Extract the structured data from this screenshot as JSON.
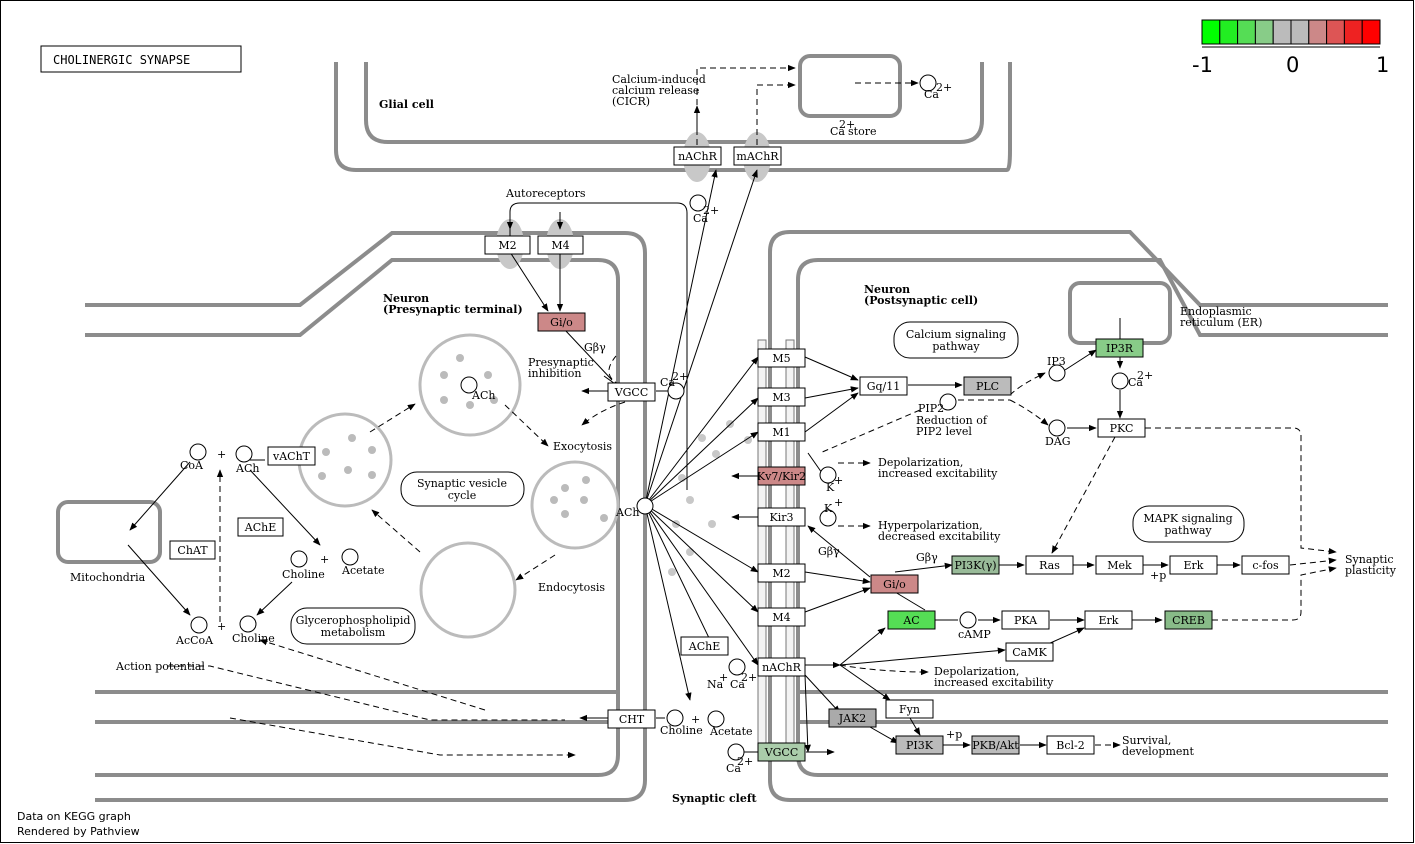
{
  "title": "CHOLINERGIC  SYNAPSE",
  "legend": {
    "labels": [
      "-1",
      "0",
      "1"
    ],
    "colors": [
      "#00ff00",
      "#22ee22",
      "#55dd55",
      "#88cc88",
      "#bbbbbb",
      "#bbbbbb",
      "#cc8888",
      "#dd5555",
      "#ee2222",
      "#ff0000"
    ]
  },
  "footer": [
    "Data on KEGG graph",
    "Rendered by  Pathview"
  ],
  "regions": {
    "glial": "Glial cell",
    "pre1": "Neuron",
    "pre2": "(Presynaptic terminal)",
    "post1": "Neuron",
    "post2": "(Postsynaptic cell)",
    "cleft": "Synaptic cleft"
  },
  "genes": [
    {
      "id": "nachr_glia",
      "label": "nAChR",
      "fill": "#ffffff"
    },
    {
      "id": "machr_glia",
      "label": "mAChR",
      "fill": "#ffffff"
    },
    {
      "id": "m2_pre",
      "label": "M2",
      "fill": "#ffffff"
    },
    {
      "id": "m4_pre",
      "label": "M4",
      "fill": "#ffffff"
    },
    {
      "id": "gio_pre",
      "label": "Gi/o",
      "fill": "#cc8888"
    },
    {
      "id": "vgcc_pre",
      "label": "VGCC",
      "fill": "#ffffff"
    },
    {
      "id": "vacht",
      "label": "vAChT",
      "fill": "#ffffff"
    },
    {
      "id": "chat",
      "label": "ChAT",
      "fill": "#ffffff"
    },
    {
      "id": "ache_pre",
      "label": "AChE",
      "fill": "#ffffff"
    },
    {
      "id": "ache_cleft",
      "label": "AChE",
      "fill": "#ffffff"
    },
    {
      "id": "cht",
      "label": "CHT",
      "fill": "#ffffff"
    },
    {
      "id": "m5",
      "label": "M5",
      "fill": "#ffffff"
    },
    {
      "id": "m3",
      "label": "M3",
      "fill": "#ffffff"
    },
    {
      "id": "m1",
      "label": "M1",
      "fill": "#ffffff"
    },
    {
      "id": "kv7",
      "label": "Kv7/Kir2",
      "fill": "#cc8888"
    },
    {
      "id": "kir3",
      "label": "Kir3",
      "fill": "#ffffff"
    },
    {
      "id": "m2_post",
      "label": "M2",
      "fill": "#ffffff"
    },
    {
      "id": "m4_post",
      "label": "M4",
      "fill": "#ffffff"
    },
    {
      "id": "nachr_post",
      "label": "nAChR",
      "fill": "#ffffff"
    },
    {
      "id": "vgcc_post",
      "label": "VGCC",
      "fill": "#aaccaa"
    },
    {
      "id": "gq11",
      "label": "Gq/11",
      "fill": "#ffffff"
    },
    {
      "id": "plc",
      "label": "PLC",
      "fill": "#bbbbbb"
    },
    {
      "id": "ip3r",
      "label": "IP3R",
      "fill": "#88cc88"
    },
    {
      "id": "pkc",
      "label": "PKC",
      "fill": "#ffffff"
    },
    {
      "id": "gio_post",
      "label": "Gi/o",
      "fill": "#cc8888"
    },
    {
      "id": "pi3k_g",
      "label": "PI3K(γ)",
      "fill": "#99bb99"
    },
    {
      "id": "ac",
      "label": "AC",
      "fill": "#55dd55"
    },
    {
      "id": "pka",
      "label": "PKA",
      "fill": "#ffffff"
    },
    {
      "id": "erk2",
      "label": "Erk",
      "fill": "#ffffff"
    },
    {
      "id": "creb",
      "label": "CREB",
      "fill": "#88bb88"
    },
    {
      "id": "ras",
      "label": "Ras",
      "fill": "#ffffff"
    },
    {
      "id": "mek",
      "label": "Mek",
      "fill": "#ffffff"
    },
    {
      "id": "erk1",
      "label": "Erk",
      "fill": "#ffffff"
    },
    {
      "id": "cfos",
      "label": "c-fos",
      "fill": "#ffffff"
    },
    {
      "id": "camk",
      "label": "CaMK",
      "fill": "#ffffff"
    },
    {
      "id": "jak2",
      "label": "JAK2",
      "fill": "#aaaaaa"
    },
    {
      "id": "fyn",
      "label": "Fyn",
      "fill": "#ffffff"
    },
    {
      "id": "pi3k",
      "label": "PI3K",
      "fill": "#bbbbbb"
    },
    {
      "id": "pkbakt",
      "label": "PKB/Akt",
      "fill": "#bbbbbb"
    },
    {
      "id": "bcl2",
      "label": "Bcl-2",
      "fill": "#ffffff"
    }
  ],
  "pathways": [
    {
      "id": "svc",
      "l1": "Synaptic vesicle",
      "l2": "cycle"
    },
    {
      "id": "glyc",
      "l1": "Glycerophospholipid",
      "l2": "metabolism"
    },
    {
      "id": "casig",
      "l1": "Calcium signaling",
      "l2": "pathway"
    },
    {
      "id": "mapk",
      "l1": "MAPK signaling",
      "l2": "pathway"
    }
  ],
  "compounds": {
    "coa": "CoA",
    "ach1": "ACh",
    "acoa": "AcCoA",
    "choline1": "Choline",
    "choline2": "Choline",
    "acetate1": "Acetate",
    "ach_vesicle": "ACh",
    "ach_cleft": "ACh",
    "choline_cleft": "Choline",
    "acetate_cleft": "Acetate",
    "ca_pre": "Ca",
    "ca_glia1": "Ca",
    "ca_glia2": "Ca",
    "na_ca": "Na",
    "na_ca2": "Ca",
    "ca_vgcc": "Ca",
    "k1": "K",
    "k2": "K",
    "pip2": "PIP2",
    "ip3": "IP3",
    "ca_er": "Ca",
    "dag": "DAG",
    "camp": "cAMP",
    "sup2": "2+",
    "supplus": "+"
  },
  "texts": {
    "autoreceptors": "Autoreceptors",
    "cicr1": "Calcium-induced",
    "cicr2": "calcium release",
    "cicr3": "(CICR)",
    "castore": "store",
    "gby_pre": "Gβγ",
    "presyn1": "Presynaptic",
    "presyn2": "inhibition",
    "exocytosis": "Exocytosis",
    "endocytosis": "Endocytosis",
    "mito": "Mitochondria",
    "ap": "Action potential",
    "er1": "Endoplasmic",
    "er2": "reticulum (ER)",
    "pip2red1": "Reduction of",
    "pip2red2": "PIP2 level",
    "depol1": "Depolarization,",
    "depol2": "increased excitability",
    "hyper1": "Hyperpolarization,",
    "hyper2": "decreased excitability",
    "depol3": "Depolarization,",
    "depol4": "increased excitability",
    "gby1": "Gβγ",
    "gby2": "Gβγ",
    "plast1": "Synaptic",
    "plast2": "plasticity",
    "surv1": "Survival,",
    "surv2": "development",
    "plusp1": "+p",
    "plusp2": "+p",
    "plus1": "+",
    "plus2": "+",
    "plus3": "+"
  }
}
